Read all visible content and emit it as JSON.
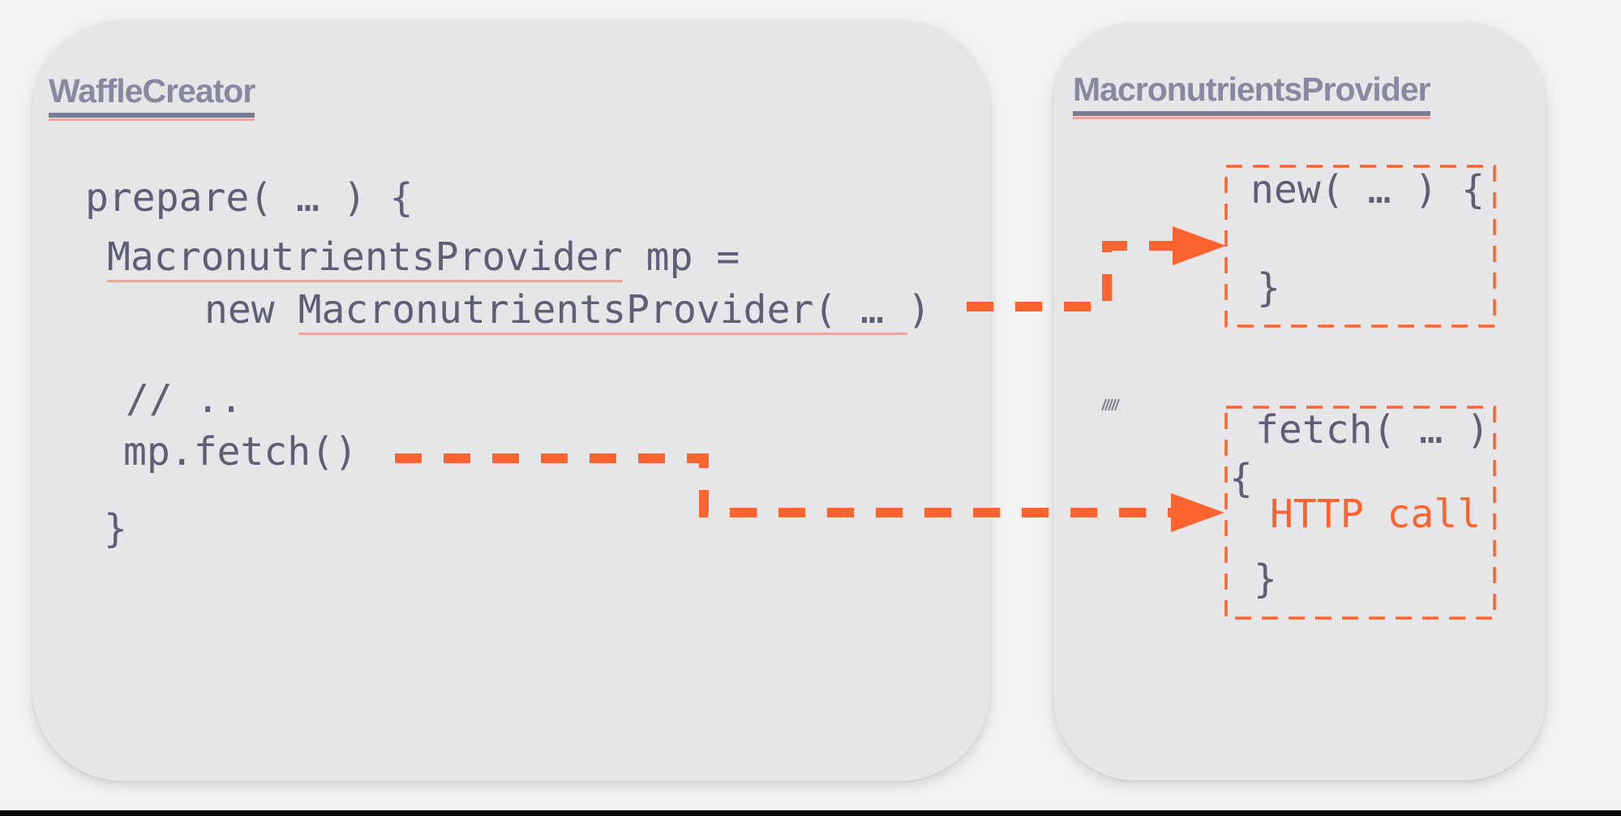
{
  "colors": {
    "accent_orange": "#fb6330",
    "code_text": "#5e5e76",
    "title_text": "#8888a0",
    "title_underline": "#7b7b93",
    "salmon": "#f0a49c",
    "panel_bg": "#e6e6e8",
    "page_bg": "#f3f2f3",
    "footer": "#0a0a0c",
    "hatch": "#808089"
  },
  "left_panel": {
    "title": "WaffleCreator",
    "code": {
      "line1": "prepare( … ) {",
      "line2_underlined": "MacronutrientsProvider",
      "line2_rest": " mp =",
      "line3_prefix": "new ",
      "line3_underlined": "MacronutrientsProvider( … ",
      "line3_suffix": ")",
      "line4": "// ..",
      "line5": "mp.fetch()",
      "line6": "}"
    }
  },
  "right_panel": {
    "title": "MacronutrientsProvider",
    "new_box": {
      "signature": "new( … ) {",
      "close": "}"
    },
    "fetch_box": {
      "signature": "fetch( … )",
      "open": "{",
      "body": "HTTP call",
      "close": "}"
    }
  }
}
